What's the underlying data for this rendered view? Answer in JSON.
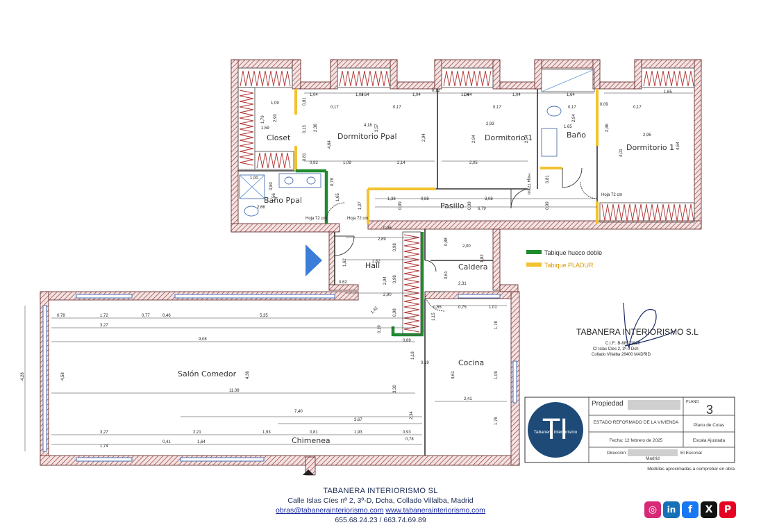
{
  "rooms": {
    "closet": "Closet",
    "dormitorio_ppal": "Dormitorio Ppal",
    "dormitorio_1a": "Dormitorio 1",
    "bano": "Baño",
    "dormitorio_1b": "Dormitorio 1",
    "bano_ppal": "Baño Ppal",
    "pasillo": "Pasillo",
    "hall": "Hall",
    "caldera": "Caldera",
    "salon": "Salón Comedor",
    "cocina": "Cocina",
    "chimenea": "Chimenea"
  },
  "hoja_labels": {
    "a": "Hoja 72 cm",
    "b": "Hoja 72 cm",
    "c": "Hoja 72 cm",
    "d": "Hoja 72 cm"
  },
  "dims": {
    "d001": "1,04",
    "d002": "1,04",
    "d003": "1,04",
    "d004": "1,04",
    "d005": "1,04",
    "d006": "0,17",
    "d007": "0,17",
    "d008": "0,17",
    "d009": "0,17",
    "d010": "0,17",
    "d011": "1,64",
    "d012": "1,64",
    "d013": "1,64",
    "d014": "1,65",
    "d015": "0,12",
    "d016": "1,09",
    "d017": "1,79",
    "d018": "1,59",
    "d019": "2,90",
    "d020": "0,81",
    "d021": "0,13",
    "d022": "2,36",
    "d023": "4,18",
    "d024": "3,57",
    "d025": "4,64",
    "d026": "2,94",
    "d027": "2,93",
    "d028": "2,94",
    "d029": "2,94",
    "d030": "1,65",
    "d031": "2,94",
    "d032": "2,46",
    "d033": "2,95",
    "d034": "4,01",
    "d035": "4,64",
    "d036": "0,09",
    "d037": "0,81",
    "d038": "0,93",
    "d039": "1,09",
    "d040": "2,14",
    "d041": "2,05",
    "d042": "1,00",
    "d043": "0,80",
    "d044": "1,56",
    "d045": "2,66",
    "d046": "0,78",
    "d047": "1,65",
    "d048": "1,07",
    "d049": "1,38",
    "d050": "0,88",
    "d051": "3,08",
    "d052": "0,99",
    "d053": "0,99",
    "d054": "6,79",
    "d055": "0,99",
    "d056": "0,81",
    "d057": "0,96",
    "d058": "2,89",
    "d059": "2,62",
    "d060": "1,62",
    "d061": "0,62",
    "d062": "0,98",
    "d063": "2,94",
    "d064": "0,98",
    "d065": "2,90",
    "d066": "1,42",
    "d067": "0,98",
    "d068": "0,19",
    "d069": "0,89",
    "d070": "0,88",
    "d071": "2,00",
    "d072": "1,82",
    "d073": "0,61",
    "d074": "2,31",
    "d075": "0,65",
    "d076": "0,75",
    "d077": "1,01",
    "d078": "1,15",
    "d079": "1,78",
    "d080": "1,18",
    "d081": "0,19",
    "d082": "4,61",
    "d083": "1,09",
    "d084": "2,41",
    "d085": "1,76",
    "d086": "0,78",
    "d087": "1,72",
    "d088": "0,77",
    "d089": "0,46",
    "d090": "5,35",
    "d091": "3,27",
    "d092": "9,08",
    "d093": "4,28",
    "d094": "4,58",
    "d095": "4,36",
    "d096": "11,08",
    "d097": "3,30",
    "d098": "7,40",
    "d099": "3,67",
    "d100": "2,34",
    "d101": "3,27",
    "d102": "2,21",
    "d103": "1,93",
    "d104": "0,81",
    "d105": "1,93",
    "d106": "0,93",
    "d107": "0,78",
    "d108": "1,74",
    "d109": "0,41",
    "d110": "1,64"
  },
  "legend": {
    "hueco_doble": "Tabique hueco doble",
    "pladur": "Tabique PLADUR",
    "green_color": "#1f8a2e",
    "yellow_color": "#f2c230"
  },
  "stamp": {
    "company": "TABANERA INTERIORISMO S.L",
    "cif": "C.I.F.: B-88522920",
    "address": "C/ Islas Cíes 2, 3º-0 Dch",
    "city": "Collado Villalba 28400 MADRID"
  },
  "title_block": {
    "propiedad_label": "Propiedad",
    "plano_label": "PLANO",
    "plano_number": "3",
    "estado": "ESTADO REFORMADO DE LA VIVIENDA",
    "plano_tipo": "Plano de Cotas",
    "fecha": "Fecha: 12 febrero de 2025",
    "escala": "Escala Ajustada",
    "direccion_label": "Dirección:",
    "direccion_city": "El Escorial",
    "direccion_region": "Madrid",
    "logo_text": "TI",
    "logo_sub": "Tabanera interiorismo",
    "medidas_note": "Medidas aproximadas a comprobar en obra",
    "brand_color": "#1e4a78"
  },
  "footer": {
    "company": "TABANERA INTERIORISMO SL",
    "address": "Calle Islas Cíes nº 2, 3º-D, Dcha, Collado Villalba, Madrid",
    "email": "obras@tabanerainteriorismo.com",
    "web": "www.tabanerainteriorismo.com",
    "phones": "655.68.24.23 / 663.74.69.89"
  },
  "social": {
    "instagram": "◎",
    "linkedin": "in",
    "facebook": "f",
    "x": "X",
    "pinterest": "P"
  },
  "entrance_arrow_color": "#3b7dd8"
}
